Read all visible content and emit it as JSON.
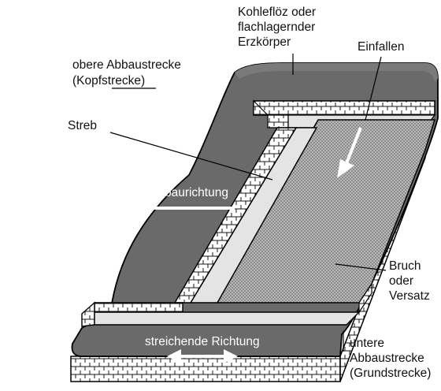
{
  "labels": {
    "seam": [
      "Kohleflöz oder",
      "flachlagernder",
      "Erzkörper"
    ],
    "dip": "Einfallen",
    "upper_road": [
      "obere Abbaustrecke",
      "(Kopfstrecke)"
    ],
    "face": "Streb",
    "advance": "Abbaurichtung",
    "goaf": [
      "Bruch",
      "oder",
      "Versatz"
    ],
    "strike": "streichende Richtung",
    "lower_road": [
      "untere",
      "Abbaustrecke",
      "(Grundstrecke)"
    ]
  },
  "colors": {
    "seam_fill": "#6a6a6a",
    "brick_fill": "#ffffff",
    "face_fill": "#e4e4e4",
    "goaf_fill": "#9a9a9a",
    "outline": "#000000",
    "arrow": "#ffffff"
  }
}
